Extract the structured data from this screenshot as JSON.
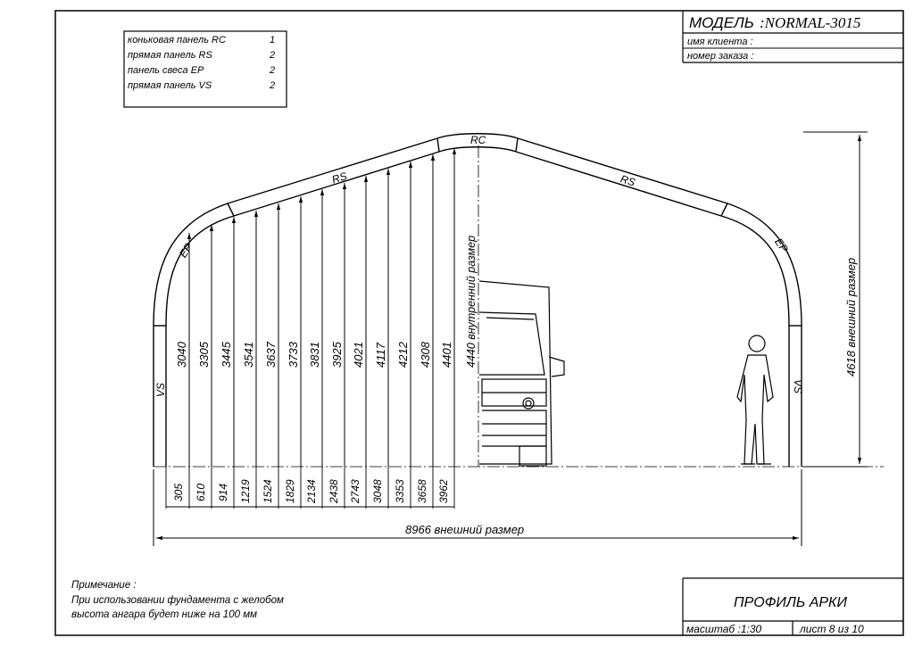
{
  "title_block": {
    "model_label": "МОДЕЛЬ",
    "model_value": ":NORMAL-3015",
    "client_label": "имя клиента :",
    "order_label": "номер заказа :"
  },
  "panels": [
    {
      "name": "коньковая панель RC",
      "count": "1"
    },
    {
      "name": "прямая панель RS",
      "count": "2"
    },
    {
      "name": "панель свеса EP",
      "count": "2"
    },
    {
      "name": "прямая панель VS",
      "count": "2"
    }
  ],
  "arch_labels": {
    "rc": "RC",
    "rs_left": "RS",
    "rs_right": "RS",
    "ep_left": "EP",
    "ep_right": "EP",
    "vs_left": "VS",
    "vs_right": "VS"
  },
  "measurements": {
    "heights": [
      "3040",
      "3305",
      "3445",
      "3541",
      "3637",
      "3733",
      "3831",
      "3925",
      "4021",
      "4117",
      "4212",
      "4308",
      "4401"
    ],
    "offsets": [
      "305",
      "610",
      "914",
      "1219",
      "1524",
      "1829",
      "2134",
      "2438",
      "2743",
      "3048",
      "3353",
      "3658",
      "3962"
    ],
    "inner_height": "4440 внутренний размер",
    "outer_height": "4618 внешний размер",
    "outer_width": "8966 внешний размер"
  },
  "note": {
    "title": "Примечание :",
    "line1": "При использовании фундамента с желобом",
    "line2": "высота ангара будет ниже на  100 мм"
  },
  "footer": {
    "drawing_title": "ПРОФИЛЬ АРКИ",
    "scale": "масштаб :1:30",
    "sheet": "лист  8  из  10"
  }
}
